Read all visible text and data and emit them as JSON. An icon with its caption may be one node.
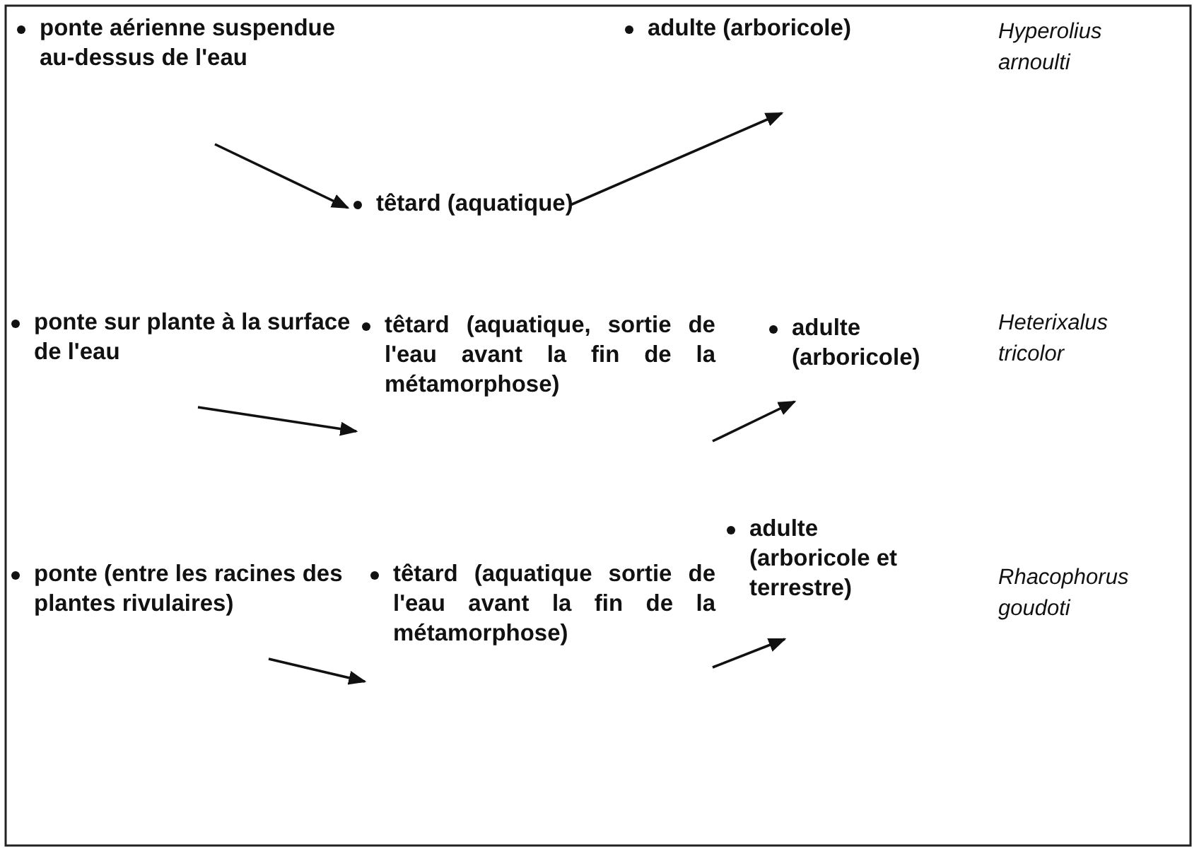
{
  "diagram": {
    "nodes": [
      {
        "text": [
          "ponte aérienne suspendue au-dessus de l'eau"
        ]
      },
      {
        "text": [
          "têtard (aquatique)"
        ]
      },
      {
        "text": [
          "adulte (arboricole)"
        ]
      },
      {
        "text": [
          "ponte sur plante à la surface de l'eau"
        ]
      },
      {
        "text": [
          "têtard (aquatique, sortie de l'eau avant la fin de la métamorphose)"
        ]
      },
      {
        "text": [
          "adulte (arboricole)"
        ]
      },
      {
        "text": [
          "ponte (entre les racines des plantes rivulaires)"
        ]
      },
      {
        "text": [
          "têtard (aquatique sortie de l'eau avant la fin de la métamorphose)"
        ]
      },
      {
        "text": [
          "adulte (arboricole et terrestre)"
        ]
      }
    ],
    "edges": [
      {
        "from": 0,
        "to": 1,
        "arrow": "to"
      },
      {
        "from": 1,
        "to": 2,
        "arrow": "to"
      },
      {
        "from": 3,
        "to": 4,
        "arrow": "to"
      },
      {
        "from": 4,
        "to": 5,
        "arrow": "to"
      },
      {
        "from": 6,
        "to": 7,
        "arrow": "to"
      },
      {
        "from": 7,
        "to": 8,
        "arrow": "to"
      }
    ],
    "labels": [
      "Hyperolius arnoulti",
      "Heterixalus tricolor",
      "Rhacophorus goudoti"
    ]
  }
}
